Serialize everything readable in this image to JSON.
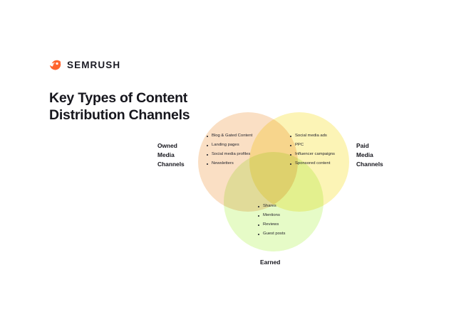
{
  "brand": {
    "name": "SEMRUSH",
    "logo_icon": "semrush-comet-icon",
    "logo_color": "#ff642d"
  },
  "title": "Key Types of Content\nDistribution Channels",
  "diagram": {
    "type": "venn",
    "set_count": 3,
    "background": "#ffffff",
    "circles": [
      {
        "id": "owned",
        "label": "Owned\nMedia\nChannels",
        "color": "#fadfc4",
        "items": [
          "Blog & Gated Content",
          "Landing pages",
          "Social media profiles",
          "Newsletters"
        ]
      },
      {
        "id": "paid",
        "label": "Paid\nMedia\nChannels",
        "color": "#fcf4b6",
        "items": [
          "Social media ads",
          "PPC",
          "Influencer campaigns",
          "Sponsored content"
        ]
      },
      {
        "id": "earned",
        "label": "Earned",
        "color": "#e6fbc7",
        "items": [
          "Shares",
          "Mentions",
          "Reviews",
          "Guest posts"
        ]
      }
    ]
  }
}
